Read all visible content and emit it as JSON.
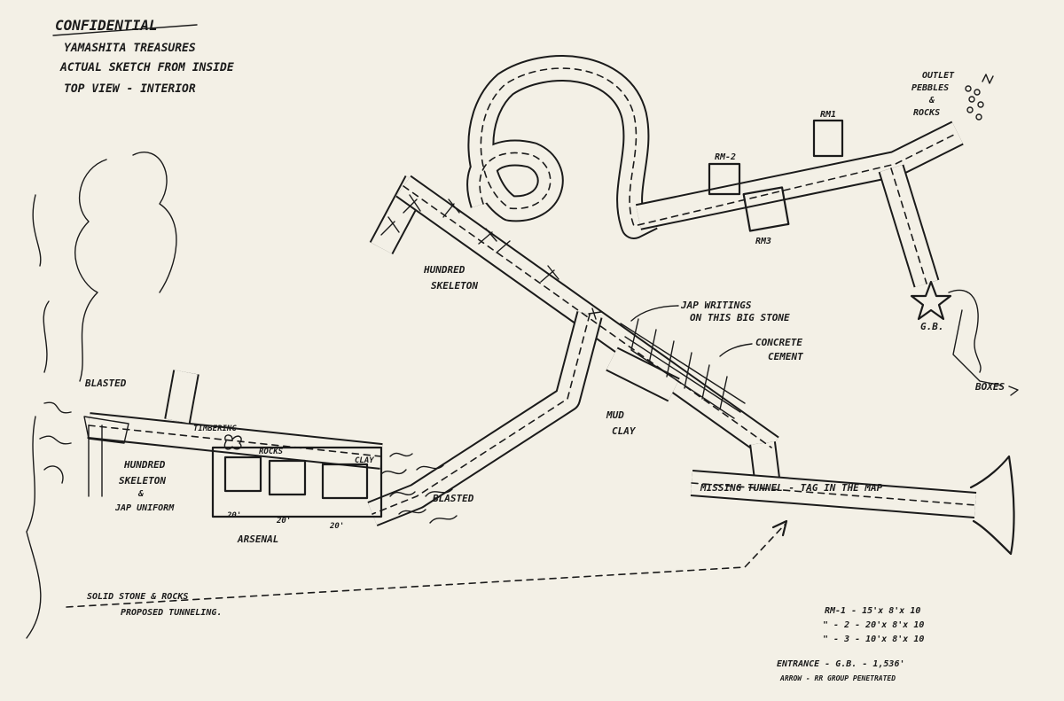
{
  "header": {
    "confidential": "CONFIDENTIAL",
    "line1": "YAMASHITA TREASURES",
    "line2": "ACTUAL SKETCH FROM INSIDE",
    "line3": "TOP VIEW - INTERIOR"
  },
  "labels": {
    "outlet": "OUTLET",
    "pebbles": "PEBBLES",
    "amp": "&",
    "rocks_outlet": "ROCKS",
    "rm1": "RM1",
    "rm2": "RM-2",
    "rm3": "RM3",
    "hundred_skeleton_1": "HUNDRED",
    "hundred_skeleton_2": "SKELETON",
    "jap_writings_1": "JAP WRITINGS",
    "jap_writings_2": "ON THIS BIG STONE",
    "concrete_1": "CONCRETE",
    "concrete_2": "CEMENT",
    "gb": "G.B.",
    "boxes": "BOXES",
    "blasted_left": "BLASTED",
    "timbering": "TIMBERING",
    "rocks_mid": "ROCKS",
    "clay_small": "CLAY",
    "mud_clay_1": "MUD",
    "mud_clay_2": "CLAY",
    "hundred_skel_uniform_1": "HUNDRED",
    "hundred_skel_uniform_2": "SKELETON",
    "hundred_skel_uniform_3": "&",
    "hundred_skel_uniform_4": "JAP UNIFORM",
    "dim1": "20'",
    "dim2": "20'",
    "dim3": "20'",
    "arsenal": "ARSENAL",
    "blasted_right": "BLASTED",
    "missing_tunnel": "MISSING TUNNEL - TAG IN THE MAP",
    "solid_stone": "SOLID STONE & ROCKS",
    "proposed": "PROPOSED TUNNELING."
  },
  "legend": {
    "rm1": "RM-1 - 15'x 8'x 10",
    "rm2": "\" - 2 - 20'x 8'x 10",
    "rm3": "\" - 3 - 10'x 8'x 10",
    "entrance": "ENTRANCE - G.B. - 1,536'",
    "arrow": "ARROW - RR GROUP PENETRATED"
  }
}
